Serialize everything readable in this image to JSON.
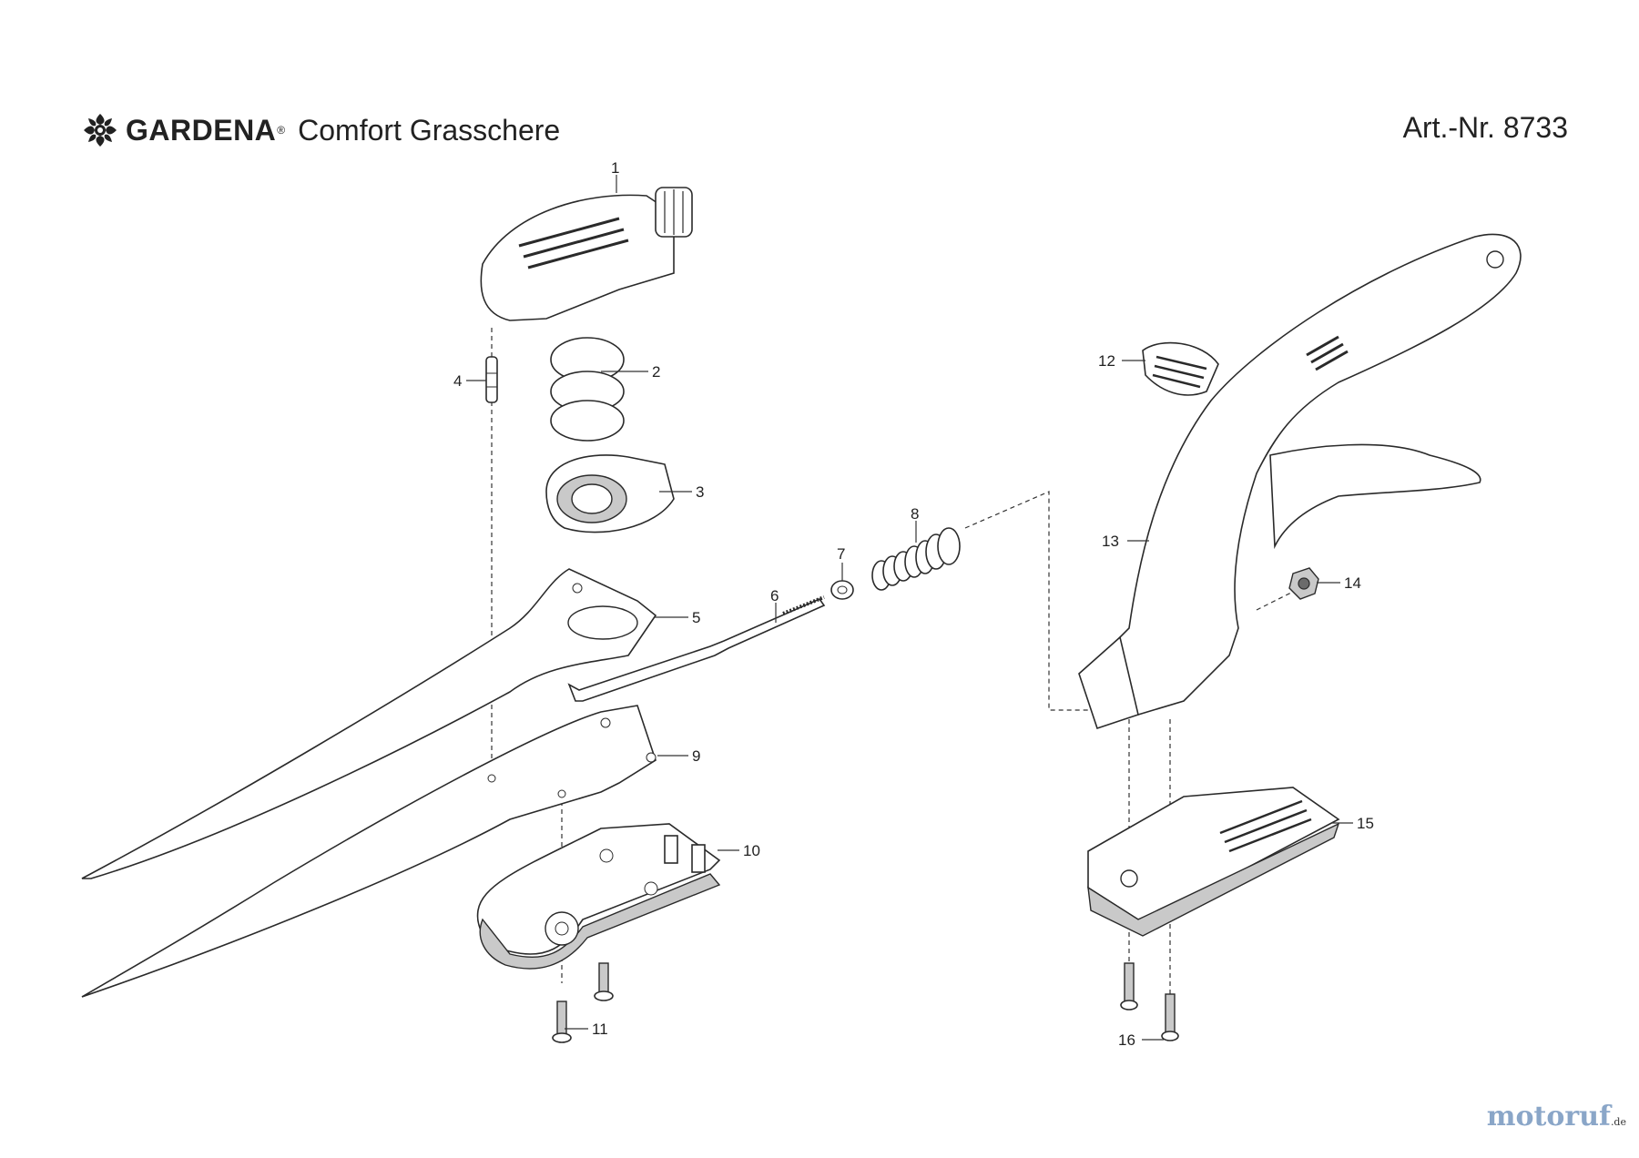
{
  "header": {
    "brand": "GARDENA",
    "product": "Comfort Grasschere",
    "article_number": "Art.-Nr. 8733"
  },
  "parts": [
    {
      "number": "1"
    },
    {
      "number": "2"
    },
    {
      "number": "3"
    },
    {
      "number": "4"
    },
    {
      "number": "5"
    },
    {
      "number": "6"
    },
    {
      "number": "7"
    },
    {
      "number": "8"
    },
    {
      "number": "9"
    },
    {
      "number": "10"
    },
    {
      "number": "11"
    },
    {
      "number": "12"
    },
    {
      "number": "13"
    },
    {
      "number": "14"
    },
    {
      "number": "15"
    },
    {
      "number": "16"
    }
  ],
  "watermark": {
    "name": "motoruf",
    "suffix": ".de"
  }
}
